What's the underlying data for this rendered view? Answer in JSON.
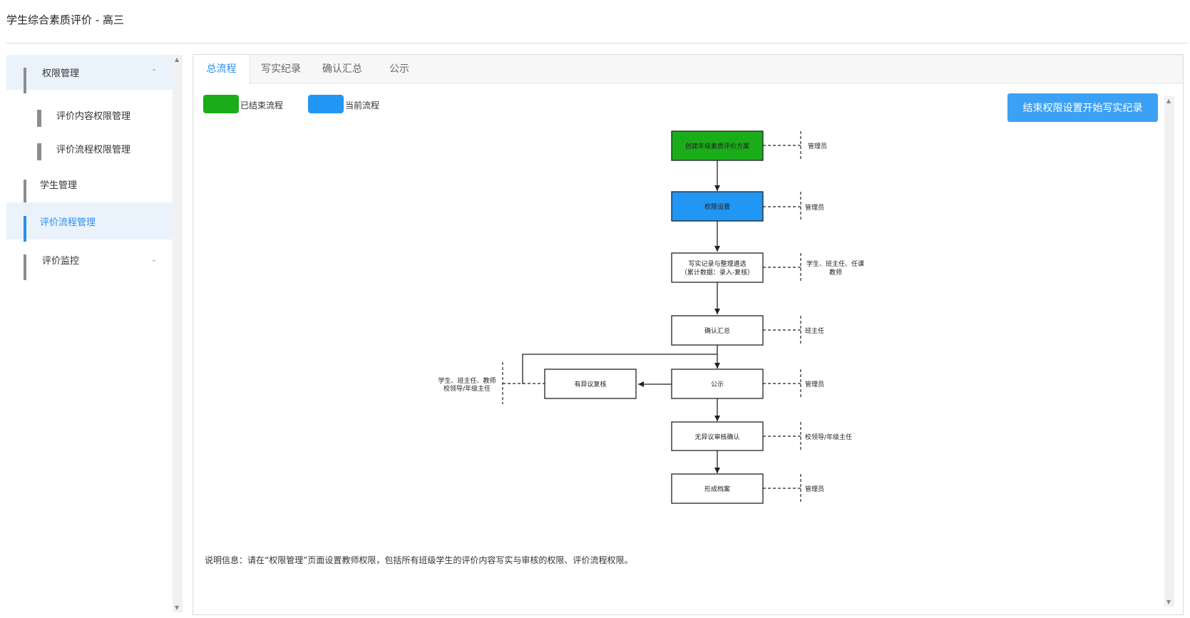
{
  "page": {
    "title": "学生综合素质评价 - 高三"
  },
  "sidebar": {
    "items": [
      {
        "label": "权限管理",
        "icon": "grid-icon",
        "chevron": "⌃"
      },
      {
        "label": "评价内容权限管理",
        "icon": "apps-icon"
      },
      {
        "label": "评价流程权限管理",
        "icon": "apps-icon"
      },
      {
        "label": "学生管理",
        "icon": "grid-icon"
      },
      {
        "label": "评价流程管理",
        "icon": "grid-icon"
      },
      {
        "label": "评价监控",
        "icon": "grid-icon",
        "chevron": "⌄"
      }
    ]
  },
  "tabs": [
    "总流程",
    "写实纪录",
    "确认汇总",
    "公示"
  ],
  "legend": {
    "finished": {
      "label": "已结束流程",
      "color": "#1aad19"
    },
    "current": {
      "label": "当前流程",
      "color": "#2196f3"
    }
  },
  "end_button": {
    "label": "结束权限设置开始写实纪录"
  },
  "flow": {
    "steps": [
      {
        "label": "创建年级素质评价方案",
        "role": "管理员"
      },
      {
        "label": "权限设置",
        "role": "管理员"
      },
      {
        "label": "写实记录与整理遴选",
        "label2": "（累计数据：录入-复核）",
        "role": "学生、班主任、任课",
        "role2": "教师"
      },
      {
        "label": "确认汇总",
        "role": "班主任"
      },
      {
        "label": "公示",
        "role": "管理员"
      },
      {
        "label": "无异议审核确认",
        "role": "校领导/年级主任"
      },
      {
        "label": "形成档案",
        "role": "管理员"
      }
    ],
    "objection": {
      "label": "有异议复核",
      "role": "学生、班主任、教师",
      "role2": "校领导/年级主任"
    }
  },
  "note": "说明信息：请在“权限管理”页面设置教师权限，包括所有班级学生的评价内容写实与审核的权限、评价流程权限。"
}
